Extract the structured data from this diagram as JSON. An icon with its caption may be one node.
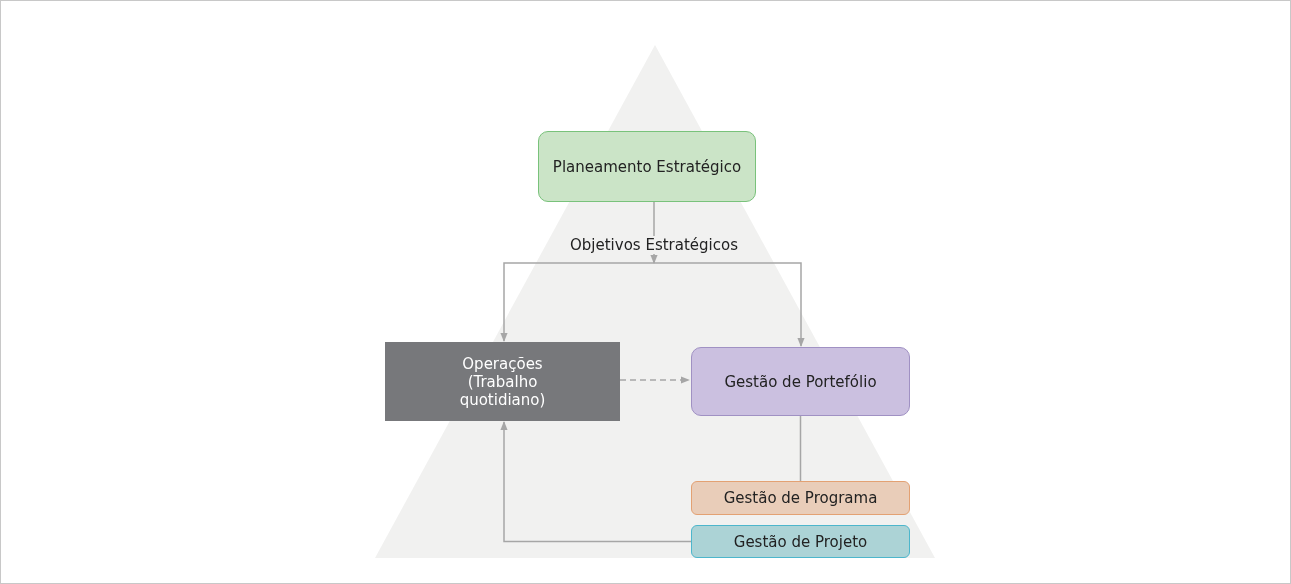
{
  "diagram": {
    "nodes": [
      {
        "text": [
          "Planeamento Estratégico"
        ]
      },
      {
        "text": [
          "Operações (Trabalho quotidiano)"
        ]
      },
      {
        "text": [
          "Gestão de Portefólio"
        ]
      },
      {
        "text": [
          "Gestão de Programa"
        ]
      },
      {
        "text": [
          "Gestão de Projeto"
        ]
      }
    ],
    "edges": [
      {
        "from": 0,
        "to": 1,
        "arrow": "to",
        "label": "Objetivos Estratégicos"
      },
      {
        "from": 0,
        "to": 2,
        "arrow": "to"
      },
      {
        "from": 1,
        "to": 2,
        "arrow": "to",
        "style": "dashed"
      },
      {
        "from": 2,
        "to": 3,
        "arrow": "none"
      },
      {
        "from": 4,
        "to": 1,
        "arrow": "to"
      }
    ]
  }
}
